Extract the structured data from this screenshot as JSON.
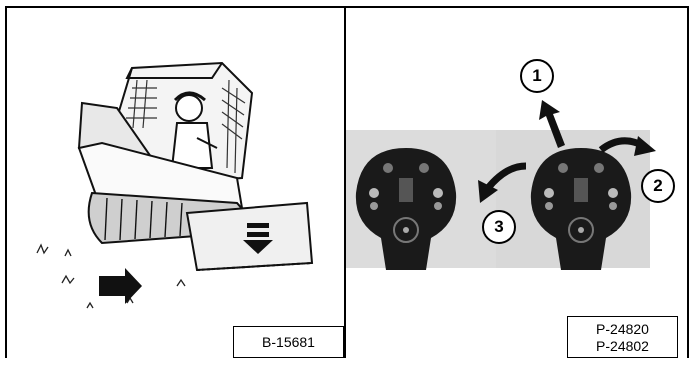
{
  "figures": {
    "left_label": "B-15681",
    "right_label_1": "P-24820",
    "right_label_2": "P-24802",
    "callouts": [
      "1",
      "2",
      "3"
    ]
  }
}
